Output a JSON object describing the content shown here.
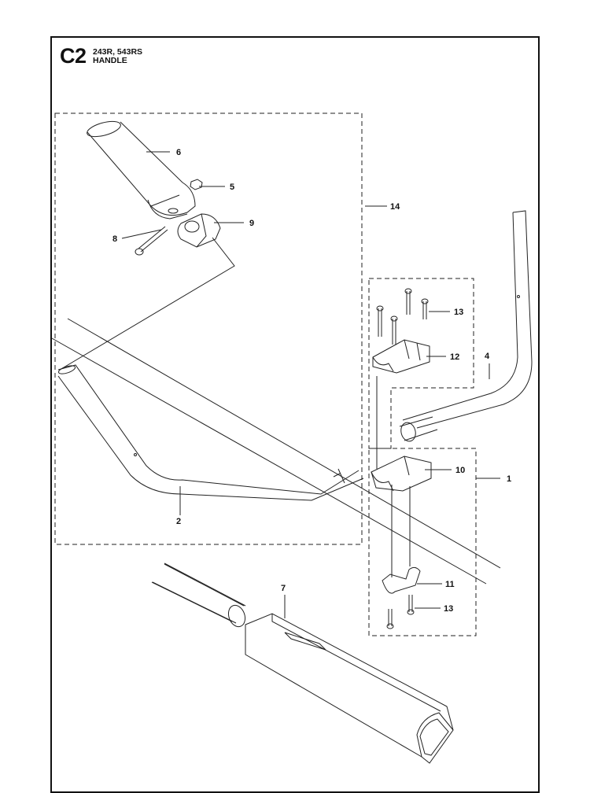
{
  "header": {
    "code": "C2",
    "models": "243R, 543RS",
    "title": "HANDLE"
  },
  "callouts": [
    "1",
    "2",
    "4",
    "5",
    "6",
    "7",
    "8",
    "9",
    "10",
    "11",
    "12",
    "13",
    "13",
    "14"
  ]
}
